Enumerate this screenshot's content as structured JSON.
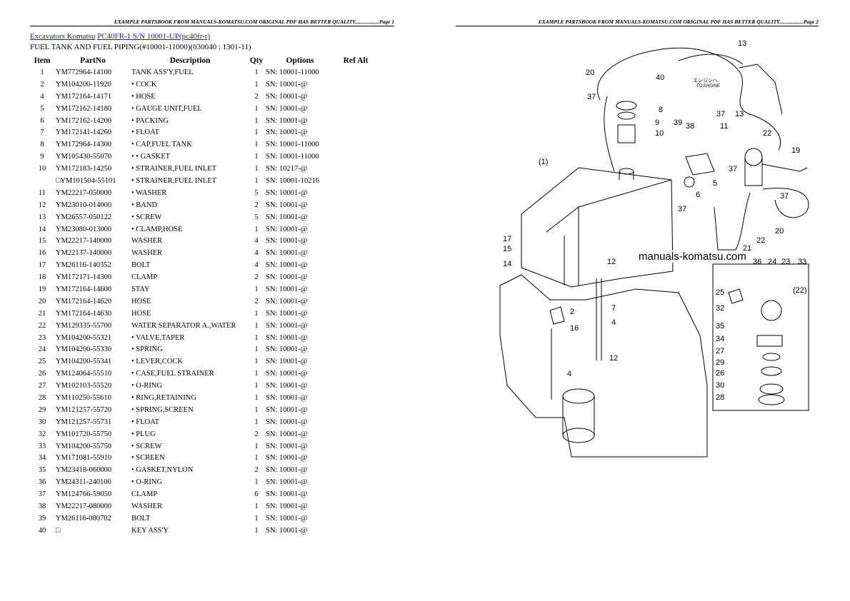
{
  "header": {
    "left": "EXAMPLE PARTSBOOK FROM MANUALS-KOMATSU.COM ORIGINAL PDF HAS BETTER QUALITY..................Page 1",
    "right": "EXAMPLE PARTSBOOK FROM MANUALS-KOMATSU.COM ORIGINAL PDF HAS BETTER QUALITY..................Page 2"
  },
  "breadcrumb": {
    "link1": "Excavators Komatsu",
    "link2": "PC40FR-1 S/N 10001-UP(pc40fr-r)"
  },
  "section_title": "FUEL TANK AND FUEL PIPING(#10001-11000)(030040 : 1301-11)",
  "columns": {
    "item": "Item",
    "partno": "PartNo",
    "desc": "Description",
    "qty": "Qty",
    "options": "Options",
    "ref": "Ref Alt"
  },
  "rows": [
    {
      "item": "1",
      "partno": "YM772964-14100",
      "desc": "TANK ASS'Y,FUEL",
      "qty": "1",
      "opt": "SN: 10001-11000"
    },
    {
      "item": "2",
      "partno": "YM104200-11920",
      "desc": "• COCK",
      "qty": "1",
      "opt": "SN: 10001-@"
    },
    {
      "item": "4",
      "partno": "YM172164-14171",
      "desc": "• HOSE",
      "qty": "2",
      "opt": "SN: 10001-@"
    },
    {
      "item": "5",
      "partno": "YM172162-14180",
      "desc": "• GAUGE UNIT,FUEL",
      "qty": "1",
      "opt": "SN: 10001-@"
    },
    {
      "item": "6",
      "partno": "YM172162-14200",
      "desc": "• PACKING",
      "qty": "1",
      "opt": "SN: 10001-@"
    },
    {
      "item": "7",
      "partno": "YM172141-14260",
      "desc": "• FLOAT",
      "qty": "1",
      "opt": "SN: 10001-@"
    },
    {
      "item": "8",
      "partno": "YM172964-14300",
      "desc": "• CAP,FUEL TANK",
      "qty": "1",
      "opt": "SN: 10001-11000"
    },
    {
      "item": "9",
      "partno": "YM105430-55070",
      "desc": "• • GASKET",
      "qty": "1",
      "opt": "SN: 10001-11000"
    },
    {
      "item": "10",
      "partno": "YM172183-14250",
      "desc": "• STRAINER,FUEL INLET",
      "qty": "1",
      "opt": "SN: 10217-@"
    },
    {
      "item": "",
      "partno": "□YM101504-55101",
      "desc": "• STRAINER,FUEL INLET",
      "qty": "1",
      "opt": "SN: 10001-10216"
    },
    {
      "item": "11",
      "partno": "YM22217-050000",
      "desc": "• WASHER",
      "qty": "5",
      "opt": "SN: 10001-@"
    },
    {
      "item": "12",
      "partno": "YM23010-014000",
      "desc": "• BAND",
      "qty": "2",
      "opt": "SN: 10001-@"
    },
    {
      "item": "13",
      "partno": "YM26557-050122",
      "desc": "• SCREW",
      "qty": "5",
      "opt": "SN: 10001-@"
    },
    {
      "item": "14",
      "partno": "YM23080-013000",
      "desc": "• CLAMP,HOSE",
      "qty": "1",
      "opt": "SN: 10001-@"
    },
    {
      "item": "15",
      "partno": "YM22217-140000",
      "desc": "WASHER",
      "qty": "4",
      "opt": "SN: 10001-@"
    },
    {
      "item": "16",
      "partno": "YM22137-140000",
      "desc": "WASHER",
      "qty": "4",
      "opt": "SN: 10001-@"
    },
    {
      "item": "17",
      "partno": "YM26116-140352",
      "desc": "BOLT",
      "qty": "4",
      "opt": "SN: 10001-@"
    },
    {
      "item": "18",
      "partno": "YM172171-14300",
      "desc": "CLAMP",
      "qty": "2",
      "opt": "SN: 10001-@"
    },
    {
      "item": "19",
      "partno": "YM172164-14600",
      "desc": "STAY",
      "qty": "1",
      "opt": "SN: 10001-@"
    },
    {
      "item": "20",
      "partno": "YM172164-14620",
      "desc": "HOSE",
      "qty": "2",
      "opt": "SN: 10001-@"
    },
    {
      "item": "21",
      "partno": "YM172164-14630",
      "desc": "HOSE",
      "qty": "1",
      "opt": "SN: 10001-@"
    },
    {
      "item": "22",
      "partno": "YM129335-55700",
      "desc": "WATER SEPARATOR A.,WATER",
      "qty": "1",
      "opt": "SN: 10001-@"
    },
    {
      "item": "23",
      "partno": "YM104200-55321",
      "desc": "• VALVE,TAPER",
      "qty": "1",
      "opt": "SN: 10001-@"
    },
    {
      "item": "24",
      "partno": "YM104200-55330",
      "desc": "• SPRING",
      "qty": "1",
      "opt": "SN: 10001-@"
    },
    {
      "item": "25",
      "partno": "YM104200-55341",
      "desc": "• LEVER,COCK",
      "qty": "1",
      "opt": "SN: 10001-@"
    },
    {
      "item": "26",
      "partno": "YM124064-55510",
      "desc": "• CASE,FUEL STRAINER",
      "qty": "1",
      "opt": "SN: 10001-@"
    },
    {
      "item": "27",
      "partno": "YM102103-55520",
      "desc": "• O-RING",
      "qty": "1",
      "opt": "SN: 10001-@"
    },
    {
      "item": "28",
      "partno": "YM110250-55610",
      "desc": "• RING,RETAINING",
      "qty": "1",
      "opt": "SN: 10001-@"
    },
    {
      "item": "29",
      "partno": "YM121257-55720",
      "desc": "• SPRING,SCREEN",
      "qty": "1",
      "opt": "SN: 10001-@"
    },
    {
      "item": "30",
      "partno": "YM121257-55731",
      "desc": "• FLOAT",
      "qty": "1",
      "opt": "SN: 10001-@"
    },
    {
      "item": "32",
      "partno": "YM101720-55750",
      "desc": "• PLUG",
      "qty": "2",
      "opt": "SN: 10001-@"
    },
    {
      "item": "33",
      "partno": "YM104200-55750",
      "desc": "• SCREW",
      "qty": "1",
      "opt": "SN: 10001-@"
    },
    {
      "item": "34",
      "partno": "YM171081-55910",
      "desc": "• SCREEN",
      "qty": "1",
      "opt": "SN: 10001-@"
    },
    {
      "item": "35",
      "partno": "YM23418-060000",
      "desc": "• GASKET,NYLON",
      "qty": "2",
      "opt": "SN: 10001-@"
    },
    {
      "item": "36",
      "partno": "YM24311-240100",
      "desc": "• O-RING",
      "qty": "1",
      "opt": "SN: 10001-@"
    },
    {
      "item": "37",
      "partno": "YM124766-59050",
      "desc": "CLAMP",
      "qty": "6",
      "opt": "SN: 10001-@"
    },
    {
      "item": "38",
      "partno": "YM22217-080000",
      "desc": "WASHER",
      "qty": "1",
      "opt": "SN: 10001-@"
    },
    {
      "item": "39",
      "partno": "YM26116-080702",
      "desc": "BOLT",
      "qty": "1",
      "opt": "SN: 10001-@"
    },
    {
      "item": "40",
      "partno": "□",
      "desc": "KEY ASS'Y",
      "qty": "1",
      "opt": "SN: 10001-@"
    }
  ],
  "diagram": {
    "watermark": "manuals-komatsu.com",
    "japanese_note": "エンジンへ",
    "to_engine": "TO ENGINE",
    "callouts": [
      "13",
      "20",
      "40",
      "37",
      "8",
      "9",
      "10",
      "37",
      "13",
      "11",
      "22",
      "39",
      "38",
      "19",
      "(1)",
      "37",
      "5",
      "6",
      "37",
      "20",
      "37",
      "21",
      "22",
      "17",
      "15",
      "14",
      "12",
      "36",
      "24",
      "23",
      "33",
      "25",
      "(22)",
      "32",
      "35",
      "34",
      "27",
      "29",
      "26",
      "30",
      "28",
      "2",
      "16",
      "7",
      "4",
      "12",
      "4"
    ]
  }
}
